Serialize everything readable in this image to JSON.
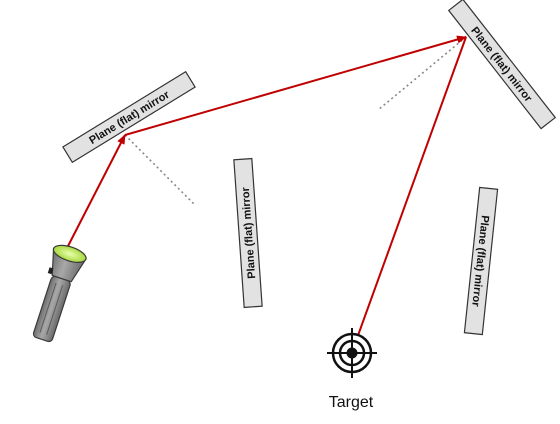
{
  "mirrors": [
    {
      "id": "mirror-1",
      "label": "Plane (flat) mirror"
    },
    {
      "id": "mirror-2",
      "label": "Plane (flat) mirror"
    },
    {
      "id": "mirror-3",
      "label": "Plane (flat) mirror"
    },
    {
      "id": "mirror-4",
      "label": "Plane (flat) mirror"
    }
  ],
  "target": {
    "label": "Target"
  },
  "colors": {
    "beam": "#c00000",
    "mirror_fill": "#e2e2e2",
    "mirror_stroke": "#333333",
    "normal_line": "#888888",
    "flashlight_body": "#8f8f8f",
    "flashlight_lens": "#c9f070"
  },
  "icons": {
    "light_source": "flashlight-icon",
    "target": "target-icon"
  }
}
